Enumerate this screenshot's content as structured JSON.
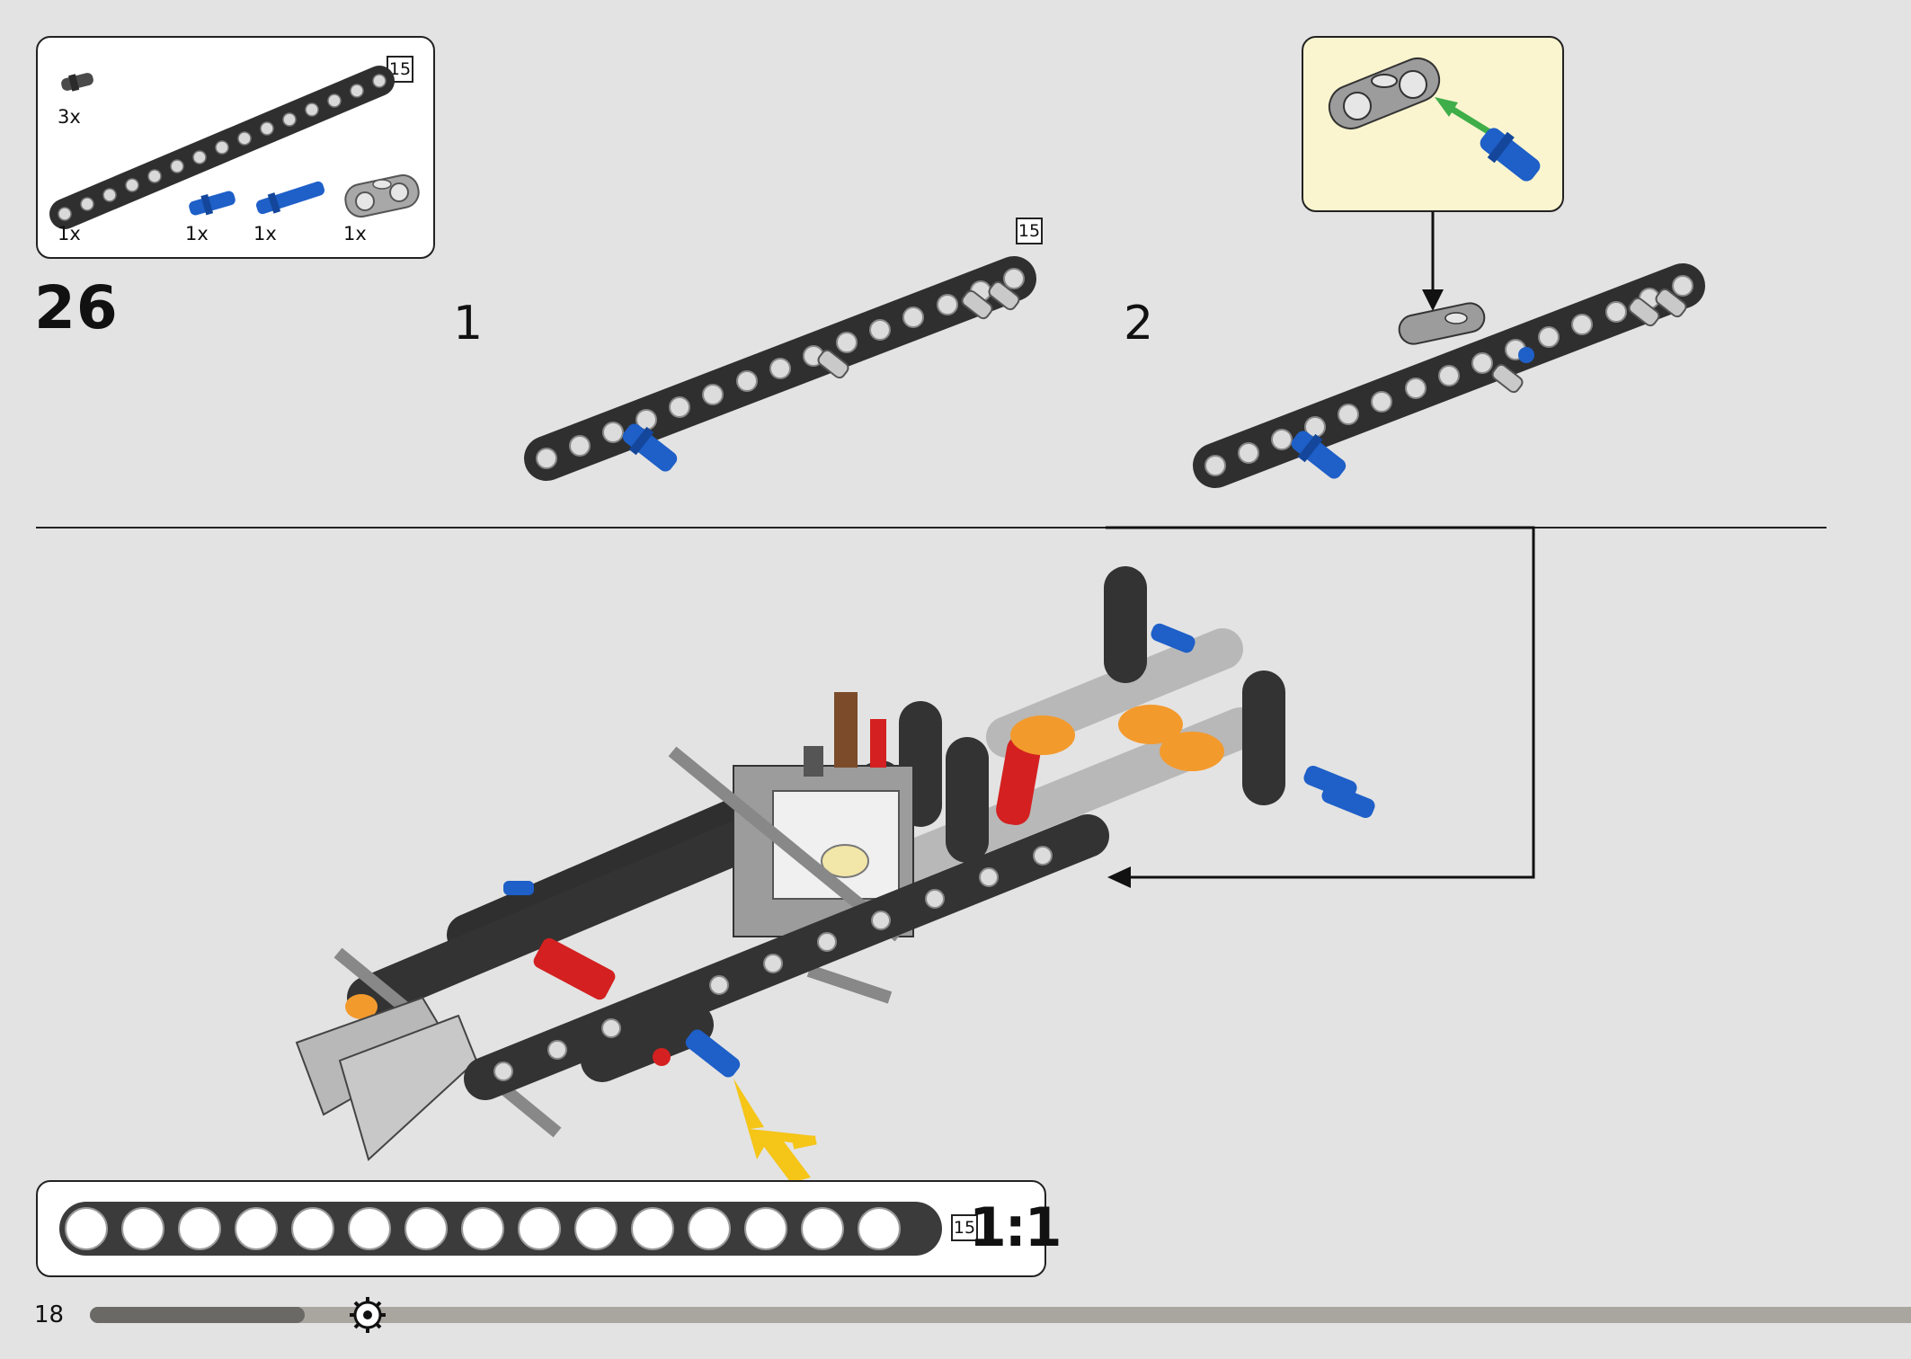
{
  "step": {
    "number": "26",
    "sub_steps": [
      "1",
      "2"
    ]
  },
  "parts_list": {
    "beam_length": "15",
    "items": [
      {
        "qty": "3x",
        "part": "pin-with-friction-icon"
      },
      {
        "qty": "1x",
        "part": "beam-15-icon"
      },
      {
        "qty": "1x",
        "part": "blue-axle-pin-icon"
      },
      {
        "qty": "1x",
        "part": "blue-long-pin-icon"
      },
      {
        "qty": "1x",
        "part": "cross-block-icon"
      }
    ]
  },
  "sub_step_1": {
    "beam_length": "15"
  },
  "ruler": {
    "length": "15",
    "holes": 15,
    "scale": "1:1"
  },
  "page": {
    "number": "18",
    "progress": 0.118
  },
  "colors": {
    "background": "#e3e3e3",
    "beam_dark": "#3b3b3b",
    "beam_light": "#b8b8b8",
    "pin_blue": "#1e5fc8",
    "callout_bg": "#fbf5cf",
    "arrow_green": "#3fae49",
    "arrow_yellow": "#f5c518",
    "part_red": "#d42020",
    "part_orange": "#f39a2d"
  }
}
